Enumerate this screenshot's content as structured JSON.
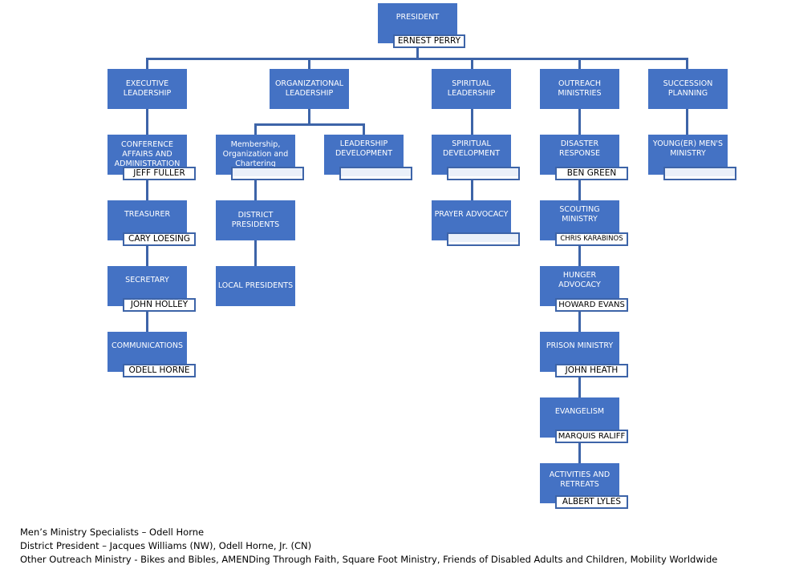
{
  "title": "Men's Ministry Organizational Chart",
  "colors": {
    "box_fill": "#4472c4",
    "connector": "#3d64a8",
    "name_box_border": "#3d64a8",
    "box_text": "#ffffff"
  },
  "president": {
    "title": "PRESIDENT",
    "name": "ERNEST PERRY"
  },
  "departments": [
    {
      "title": "EXECUTIVE LEADERSHIP",
      "units": [
        {
          "title": "CONFERENCE AFFAIRS AND ADMINISTRATION",
          "name": "JEFF FULLER"
        },
        {
          "title": "TREASURER",
          "name": "CARY LOESING"
        },
        {
          "title": "SECRETARY",
          "name": "JOHN HOLLEY"
        },
        {
          "title": "COMMUNICATIONS",
          "name": "ODELL HORNE"
        }
      ]
    },
    {
      "title": "ORGANIZATIONAL LEADERSHIP",
      "units": [
        {
          "title": "Membership, Organization and Chartering",
          "name": ""
        },
        {
          "title": "LEADERSHIP DEVELOPMENT",
          "name": ""
        },
        {
          "title": "DISTRICT PRESIDENTS"
        },
        {
          "title": "LOCAL PRESIDENTS"
        }
      ]
    },
    {
      "title": "SPIRITUAL LEADERSHIP",
      "units": [
        {
          "title": "SPIRITUAL DEVELOPMENT",
          "name": ""
        },
        {
          "title": "PRAYER  ADVOCACY",
          "name": ""
        }
      ]
    },
    {
      "title": "OUTREACH MINISTRIES",
      "units": [
        {
          "title": "DISASTER RESPONSE",
          "name": "BEN GREEN"
        },
        {
          "title": "SCOUTING MINISTRY",
          "name": "CHRIS KARABINOS"
        },
        {
          "title": "HUNGER ADVOCACY",
          "name": "HOWARD EVANS"
        },
        {
          "title": "PRISON MINISTRY",
          "name": "JOHN HEATH"
        },
        {
          "title": "EVANGELISM",
          "name": "MARQUIS RALIFF"
        },
        {
          "title": "ACTIVITIES AND RETREATS",
          "name": "ALBERT LYLES"
        }
      ]
    },
    {
      "title": "SUCCESSION PLANNING",
      "units": [
        {
          "title": "YOUNG(ER) MEN'S MINISTRY",
          "name": ""
        }
      ]
    }
  ],
  "notes": [
    "Men’s Ministry Specialists – Odell Horne",
    "District President – Jacques Williams (NW), Odell Horne, Jr. (CN)",
    "Other Outreach Ministry - Bikes and Bibles, AMENDing Through Faith, Square Foot Ministry, Friends of Disabled Adults and Children, Mobility Worldwide"
  ]
}
